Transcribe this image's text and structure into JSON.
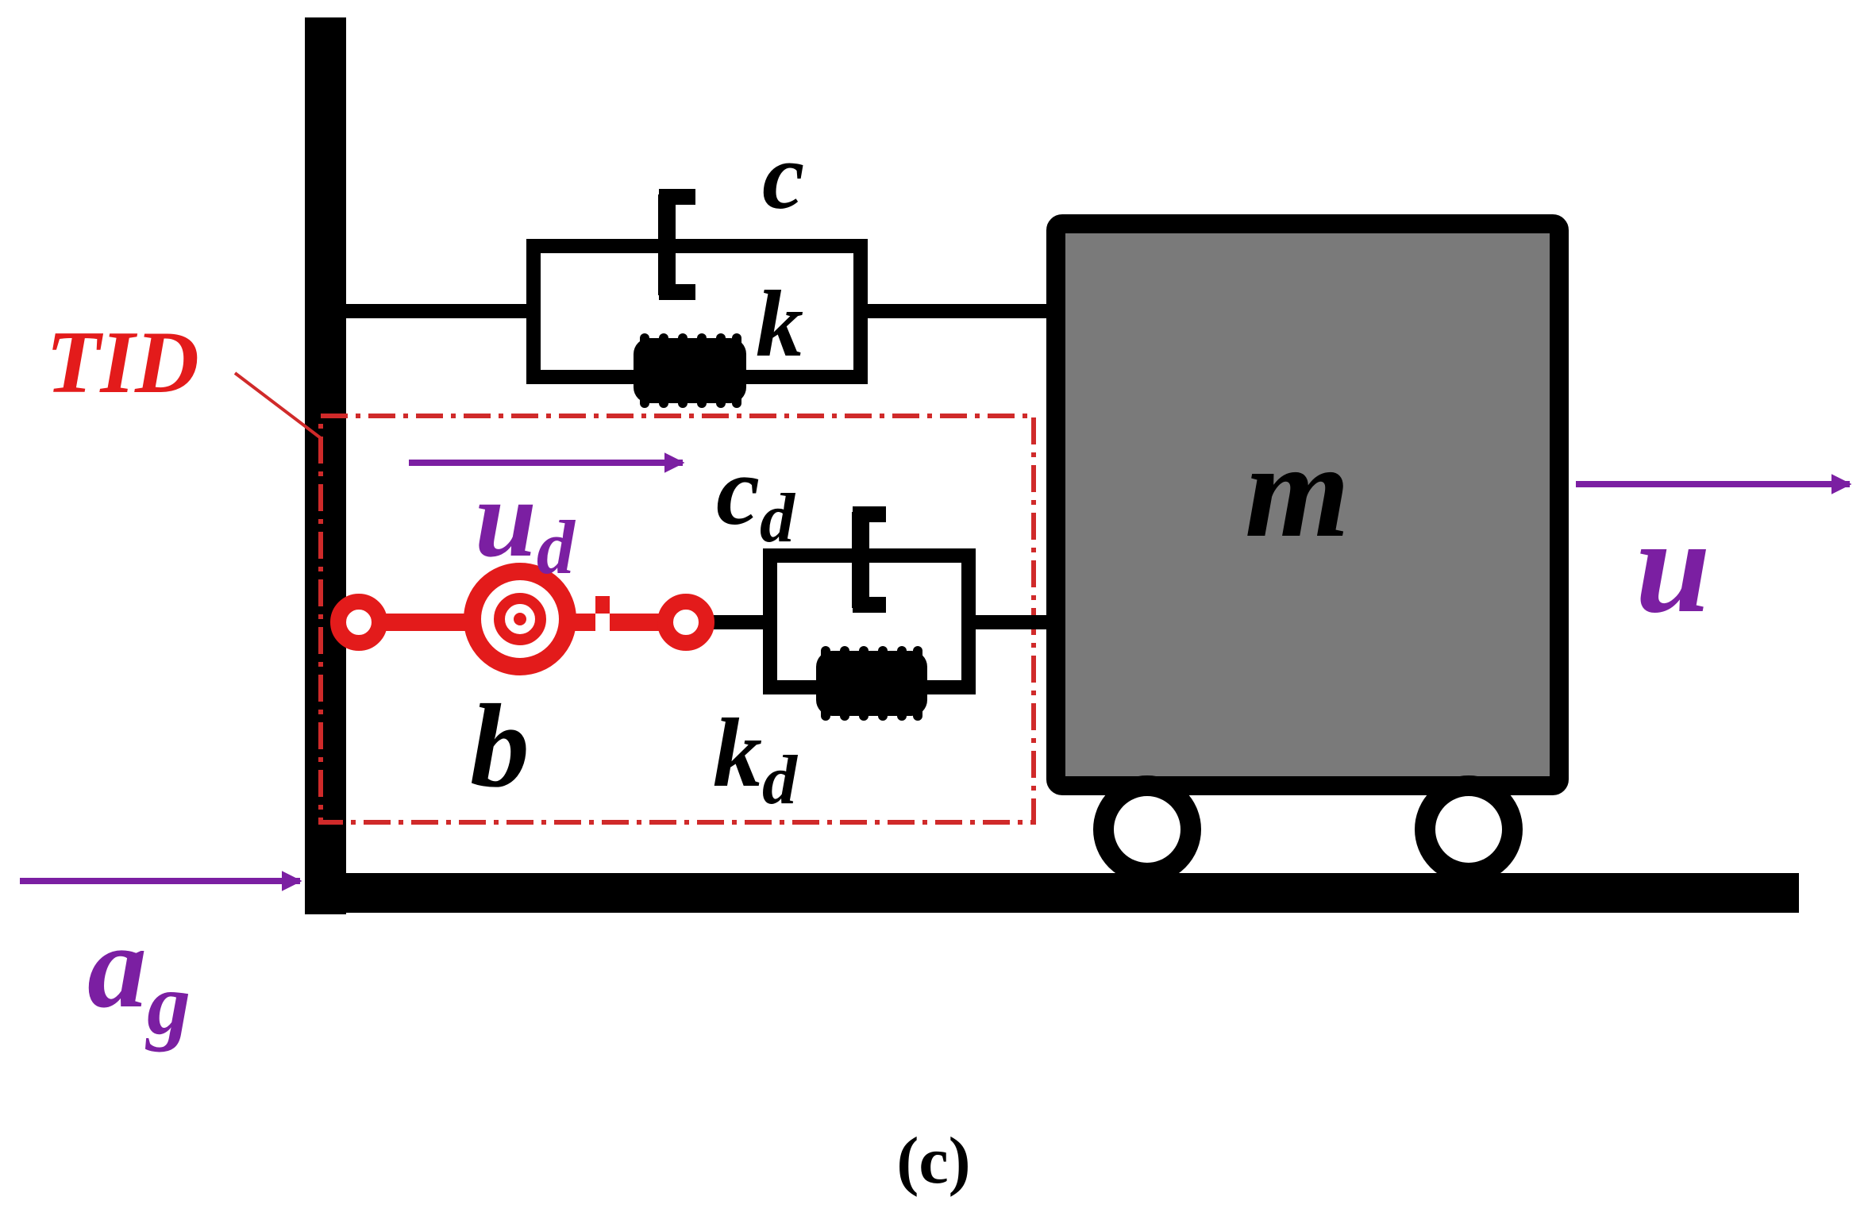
{
  "colors": {
    "structure": "#000000",
    "mass_fill": "#7a7a7a",
    "motion_arrows": "#7b1fa2",
    "tid": "#e31b1b",
    "tid_box": "#d02a2a"
  },
  "labels": {
    "damper": "c",
    "spring": "k",
    "tid": "TID",
    "tid_displacement": {
      "base": "u",
      "sub": "d"
    },
    "inerter": "b",
    "tid_damper": {
      "base": "c",
      "sub": "d"
    },
    "tid_spring": {
      "base": "k",
      "sub": "d"
    },
    "mass": "m",
    "mass_displacement": "u",
    "ground_acceleration": {
      "base": "a",
      "sub": "g"
    }
  },
  "caption": "(c)"
}
